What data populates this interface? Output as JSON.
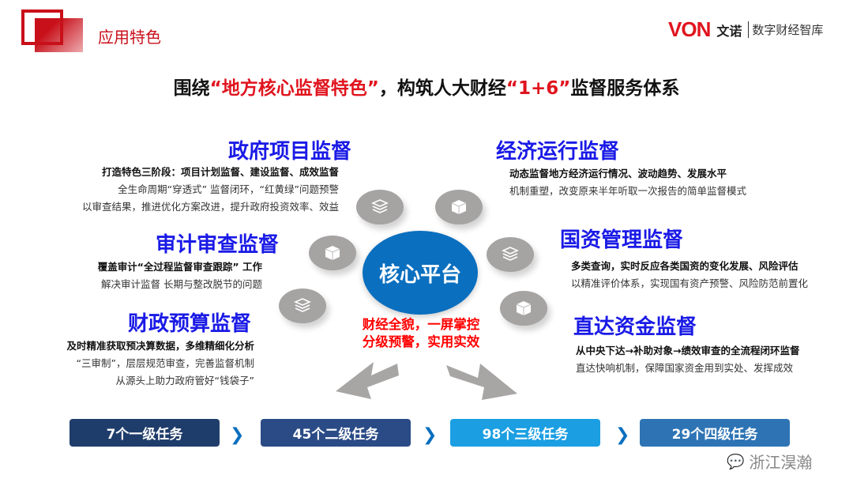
{
  "header": {
    "section_title": "应用特色",
    "logo_brand": "VON",
    "logo_name": "文诺",
    "logo_sub": "数字财经智库"
  },
  "headline": {
    "part1": "围绕",
    "highlight1": "“地方核心监督特色”",
    "part2": "，构筑人大财经",
    "highlight2": "“1+6”",
    "part3": "监督服务体系"
  },
  "core": {
    "label": "核心平台",
    "slogan1": "财经全貌，一屏掌控",
    "slogan2": "分级预警，实用实效"
  },
  "left_blocks": [
    {
      "title": "政府项目监督",
      "lines": [
        "打造特色三阶段：项目计划监督、建设监督、成效监督",
        "全生命周期“穿透式” 监督闭环，“红黄绿”问题预警",
        "以审查结果，推进优化方案改进，提升政府投资效率、效益"
      ]
    },
    {
      "title": "审计审查监督",
      "lines": [
        "覆盖审计“全过程监督审查跟踪” 工作",
        "解决审计监督 长期与整改脱节的问题"
      ]
    },
    {
      "title": "财政预算监督",
      "lines": [
        "及时精准获取预决算数据，多维精细化分析",
        "“三审制”，层层规范审查，完善监督机制",
        "从源头上助力政府管好“钱袋子”"
      ]
    }
  ],
  "right_blocks": [
    {
      "title": "经济运行监督",
      "lines": [
        "动态监督地方经济运行情况、波动趋势、发展水平",
        "机制重塑，改变原来半年听取一次报告的简单监督模式"
      ]
    },
    {
      "title": "国资管理监督",
      "lines": [
        "多类查询，实时反应各类国资的变化发展、风险评估",
        "以精准评价体系，实现国有资产预警、风险防范前置化"
      ]
    },
    {
      "title": "直达资金监督",
      "lines": [
        "从中央下达→补助对象→绩效审查的全流程闭环监督",
        "直达快响机制，保障国家资金用到实处、发挥成效"
      ]
    }
  ],
  "tasks": [
    {
      "label": "7个一级任务",
      "color": "#1f3d6b"
    },
    {
      "label": "45个二级任务",
      "color": "#2a4b86"
    },
    {
      "label": "98个三级任务",
      "color": "#1b9fe2"
    },
    {
      "label": "29个四级任务",
      "color": "#2e74b5"
    }
  ],
  "watermark": "浙江淏瀚"
}
